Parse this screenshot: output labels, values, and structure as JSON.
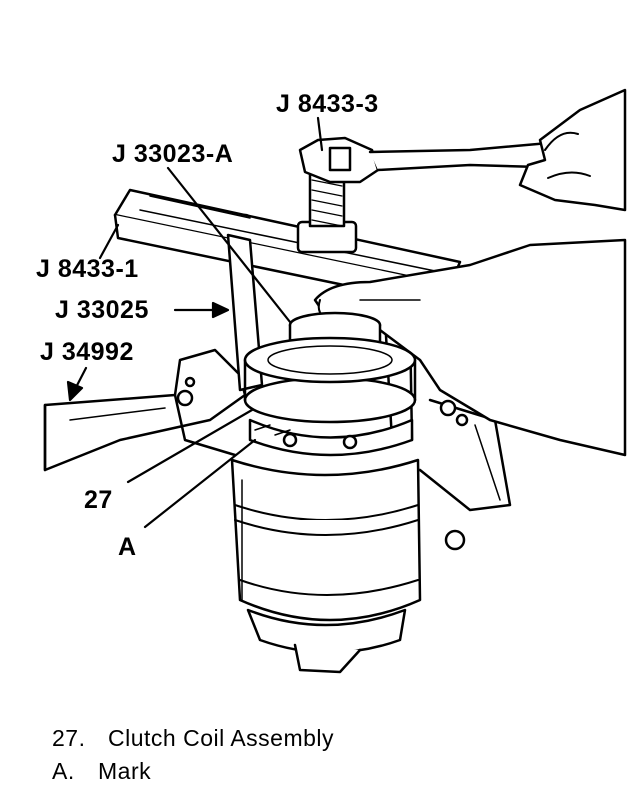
{
  "callouts": {
    "j8433_3": "J 8433-3",
    "j33023a": "J 33023-A",
    "j8433_1": "J 8433-1",
    "j33025": "J 33025",
    "j34992": "J 34992",
    "n27": "27",
    "a": "A"
  },
  "legend": [
    {
      "key": "27.",
      "text": "Clutch Coil Assembly"
    },
    {
      "key": "A.",
      "text": "Mark"
    }
  ],
  "colors": {
    "ink": "#000000",
    "paper": "#ffffff"
  }
}
